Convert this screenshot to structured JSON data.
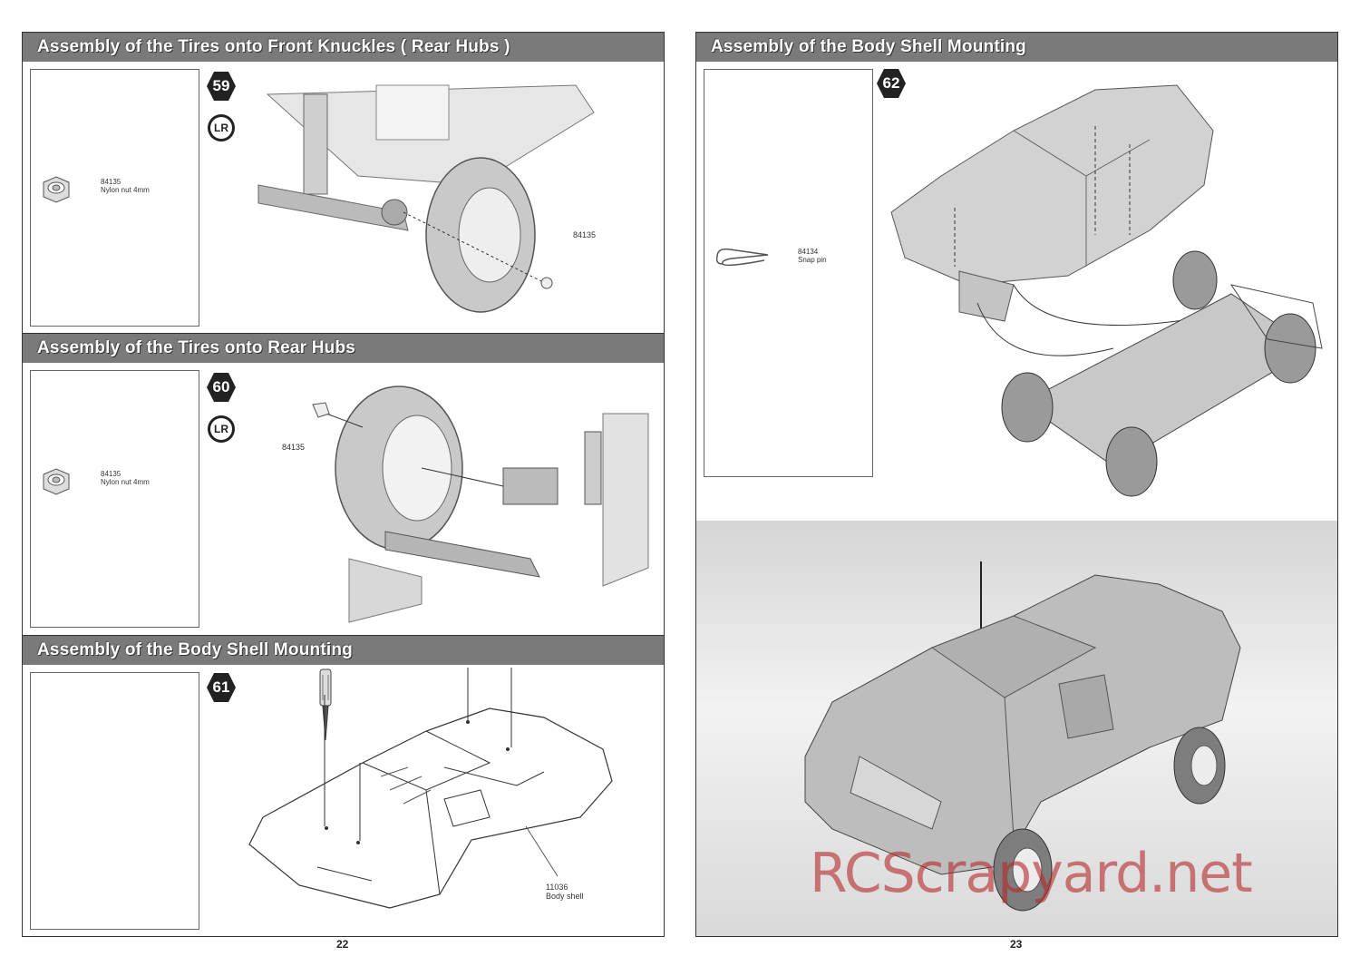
{
  "left_page": {
    "page_number": "22",
    "sections": [
      {
        "title": "Assembly of the Tires onto Front Knuckles ( Rear Hubs )",
        "step": "59",
        "lr": "LR",
        "part": {
          "code": "84135",
          "name": "Nylon nut 4mm"
        },
        "callouts": [
          "84135"
        ]
      },
      {
        "title": "Assembly of the Tires onto Rear Hubs",
        "step": "60",
        "lr": "LR",
        "part": {
          "code": "84135",
          "name": "Nylon nut 4mm"
        },
        "callouts": [
          "84135"
        ]
      },
      {
        "title": "Assembly of the Body Shell Mounting",
        "step": "61",
        "callouts": [
          "11036",
          "Body shell"
        ]
      }
    ]
  },
  "right_page": {
    "page_number": "23",
    "section": {
      "title": "Assembly of the Body Shell Mounting",
      "step": "62",
      "part": {
        "code": "84134",
        "name": "Snap pin"
      }
    }
  },
  "watermark": "RCScrapyard.net"
}
